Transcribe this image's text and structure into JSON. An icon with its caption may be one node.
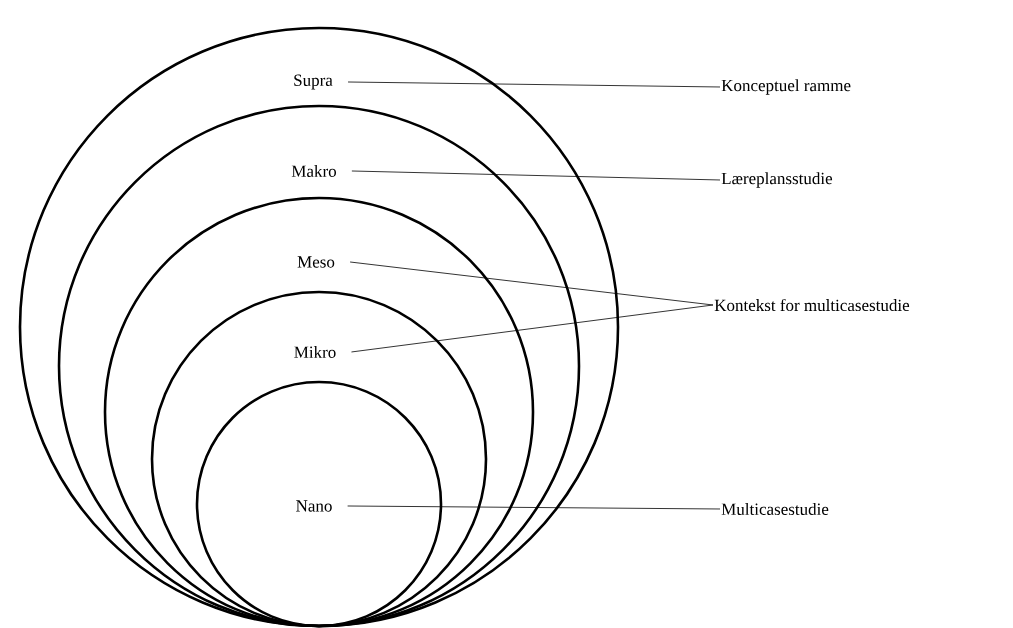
{
  "diagram": {
    "nodes": [
      {
        "text": [
          "Supra"
        ]
      },
      {
        "text": [
          "Makro"
        ],
        "in": 0
      },
      {
        "text": [
          "Meso"
        ],
        "in": 1
      },
      {
        "text": [
          "Mikro"
        ],
        "in": 2
      },
      {
        "text": [
          "Nano"
        ],
        "in": 3
      },
      {
        "text": [
          "Konceptuel ramme"
        ]
      },
      {
        "text": [
          "Læreplansstudie"
        ]
      },
      {
        "text": [
          "Kontekst for multicasestudie"
        ]
      },
      {
        "text": [
          "Multicasestudie"
        ]
      }
    ],
    "edges": [
      {
        "from": 0,
        "to": 5,
        "arrow": "none"
      },
      {
        "from": 1,
        "to": 6,
        "arrow": "none"
      },
      {
        "from": 2,
        "to": 7,
        "arrow": "none"
      },
      {
        "from": 3,
        "to": 7,
        "arrow": "none"
      },
      {
        "from": 4,
        "to": 8,
        "arrow": "none"
      }
    ]
  }
}
